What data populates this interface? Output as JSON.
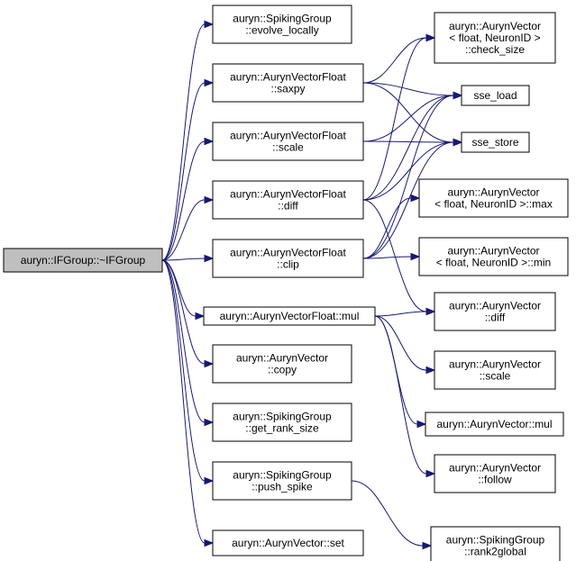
{
  "nodes": {
    "ifgroup_dtor": {
      "lines": [
        "auryn::IFGroup::~IFGroup"
      ]
    },
    "evolve_locally": {
      "lines": [
        "auryn::SpikingGroup",
        "::evolve_locally"
      ]
    },
    "saxpy": {
      "lines": [
        "auryn::AurynVectorFloat",
        "::saxpy"
      ]
    },
    "scale_f": {
      "lines": [
        "auryn::AurynVectorFloat",
        "::scale"
      ]
    },
    "diff_f": {
      "lines": [
        "auryn::AurynVectorFloat",
        "::diff"
      ]
    },
    "clip_f": {
      "lines": [
        "auryn::AurynVectorFloat",
        "::clip"
      ]
    },
    "mul_f": {
      "lines": [
        "auryn::AurynVectorFloat::mul"
      ]
    },
    "copy": {
      "lines": [
        "auryn::AurynVector",
        "::copy"
      ]
    },
    "get_rank_size": {
      "lines": [
        "auryn::SpikingGroup",
        "::get_rank_size"
      ]
    },
    "push_spike": {
      "lines": [
        "auryn::SpikingGroup",
        "::push_spike"
      ]
    },
    "set": {
      "lines": [
        "auryn::AurynVector::set"
      ]
    },
    "check_size": {
      "lines": [
        "auryn::AurynVector",
        "< float, NeuronID >",
        "::check_size"
      ]
    },
    "sse_load": {
      "lines": [
        "sse_load"
      ]
    },
    "sse_store": {
      "lines": [
        "sse_store"
      ]
    },
    "max": {
      "lines": [
        "auryn::AurynVector",
        "< float, NeuronID >::max"
      ]
    },
    "min": {
      "lines": [
        "auryn::AurynVector",
        "< float, NeuronID >::min"
      ]
    },
    "diff_v": {
      "lines": [
        "auryn::AurynVector",
        "::diff"
      ]
    },
    "scale_v": {
      "lines": [
        "auryn::AurynVector",
        "::scale"
      ]
    },
    "mul_v": {
      "lines": [
        "auryn::AurynVector::mul"
      ]
    },
    "follow": {
      "lines": [
        "auryn::AurynVector",
        "::follow"
      ]
    },
    "rank2global": {
      "lines": [
        "auryn::SpikingGroup",
        "::rank2global"
      ]
    }
  },
  "edges": [
    [
      "ifgroup_dtor",
      "evolve_locally"
    ],
    [
      "ifgroup_dtor",
      "saxpy"
    ],
    [
      "ifgroup_dtor",
      "scale_f"
    ],
    [
      "ifgroup_dtor",
      "diff_f"
    ],
    [
      "ifgroup_dtor",
      "clip_f"
    ],
    [
      "ifgroup_dtor",
      "mul_f"
    ],
    [
      "ifgroup_dtor",
      "copy"
    ],
    [
      "ifgroup_dtor",
      "get_rank_size"
    ],
    [
      "ifgroup_dtor",
      "push_spike"
    ],
    [
      "ifgroup_dtor",
      "set"
    ],
    [
      "saxpy",
      "check_size"
    ],
    [
      "saxpy",
      "sse_load"
    ],
    [
      "saxpy",
      "sse_store"
    ],
    [
      "scale_f",
      "sse_load"
    ],
    [
      "scale_f",
      "sse_store"
    ],
    [
      "diff_f",
      "check_size"
    ],
    [
      "diff_f",
      "sse_load"
    ],
    [
      "diff_f",
      "sse_store"
    ],
    [
      "diff_f",
      "diff_v"
    ],
    [
      "clip_f",
      "sse_load"
    ],
    [
      "clip_f",
      "sse_store"
    ],
    [
      "clip_f",
      "max"
    ],
    [
      "clip_f",
      "min"
    ],
    [
      "mul_f",
      "diff_v"
    ],
    [
      "mul_f",
      "scale_v"
    ],
    [
      "mul_f",
      "mul_v"
    ],
    [
      "mul_f",
      "follow"
    ],
    [
      "push_spike",
      "rank2global"
    ]
  ]
}
